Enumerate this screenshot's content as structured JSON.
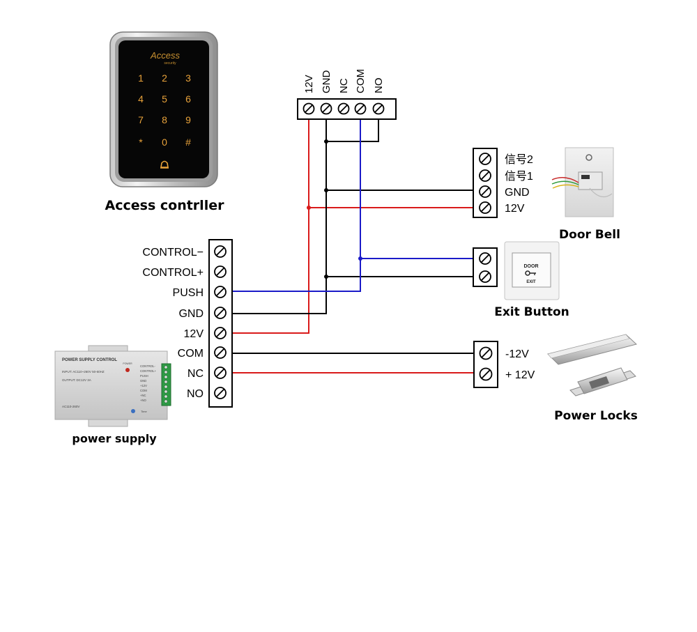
{
  "colors": {
    "wire_red": "#d91a1a",
    "wire_blue": "#1a1ac8",
    "wire_black": "#000000",
    "key_glow": "#e8a23a",
    "logo_gold": "#c89030"
  },
  "access_controller": {
    "caption": "Access contrller",
    "logo_big": "Access",
    "logo_small": "security",
    "keys": [
      "1",
      "2",
      "3",
      "4",
      "5",
      "6",
      "7",
      "8",
      "9",
      "*",
      "0",
      "#"
    ],
    "bell_key_icon": "bell-icon"
  },
  "top_terminal": {
    "labels": [
      "12V",
      "GND",
      "NC",
      "COM",
      "NO"
    ]
  },
  "main_terminal": {
    "labels": [
      "CONTROL−",
      "CONTROL+",
      "PUSH",
      "GND",
      "12V",
      "COM",
      "NC",
      "NO"
    ]
  },
  "door_bell": {
    "caption": "Door Bell",
    "labels": [
      "信号2",
      "信号1",
      "GND",
      "12V"
    ]
  },
  "exit_button": {
    "caption": "Exit Button",
    "face_top": "DOOR",
    "face_bottom": "EXIT",
    "icon": "key-icon"
  },
  "power_locks": {
    "caption": "Power Locks",
    "labels": [
      "-12V",
      "+ 12V"
    ]
  },
  "power_supply": {
    "caption": "power supply",
    "title": "POWER SUPPLY CONTROL",
    "input_line": "INPUT: AC110~260V 50-60HZ",
    "output_line": "OUTPUT: DC12V 3A",
    "power_led": "POWER",
    "side_labels": [
      "CONTROL-",
      "CONTROL+",
      "PUSH",
      "GND",
      "+12V",
      "COM",
      "+NC",
      "+NO"
    ],
    "rating": "AC110-260V",
    "time_label": "Time"
  }
}
